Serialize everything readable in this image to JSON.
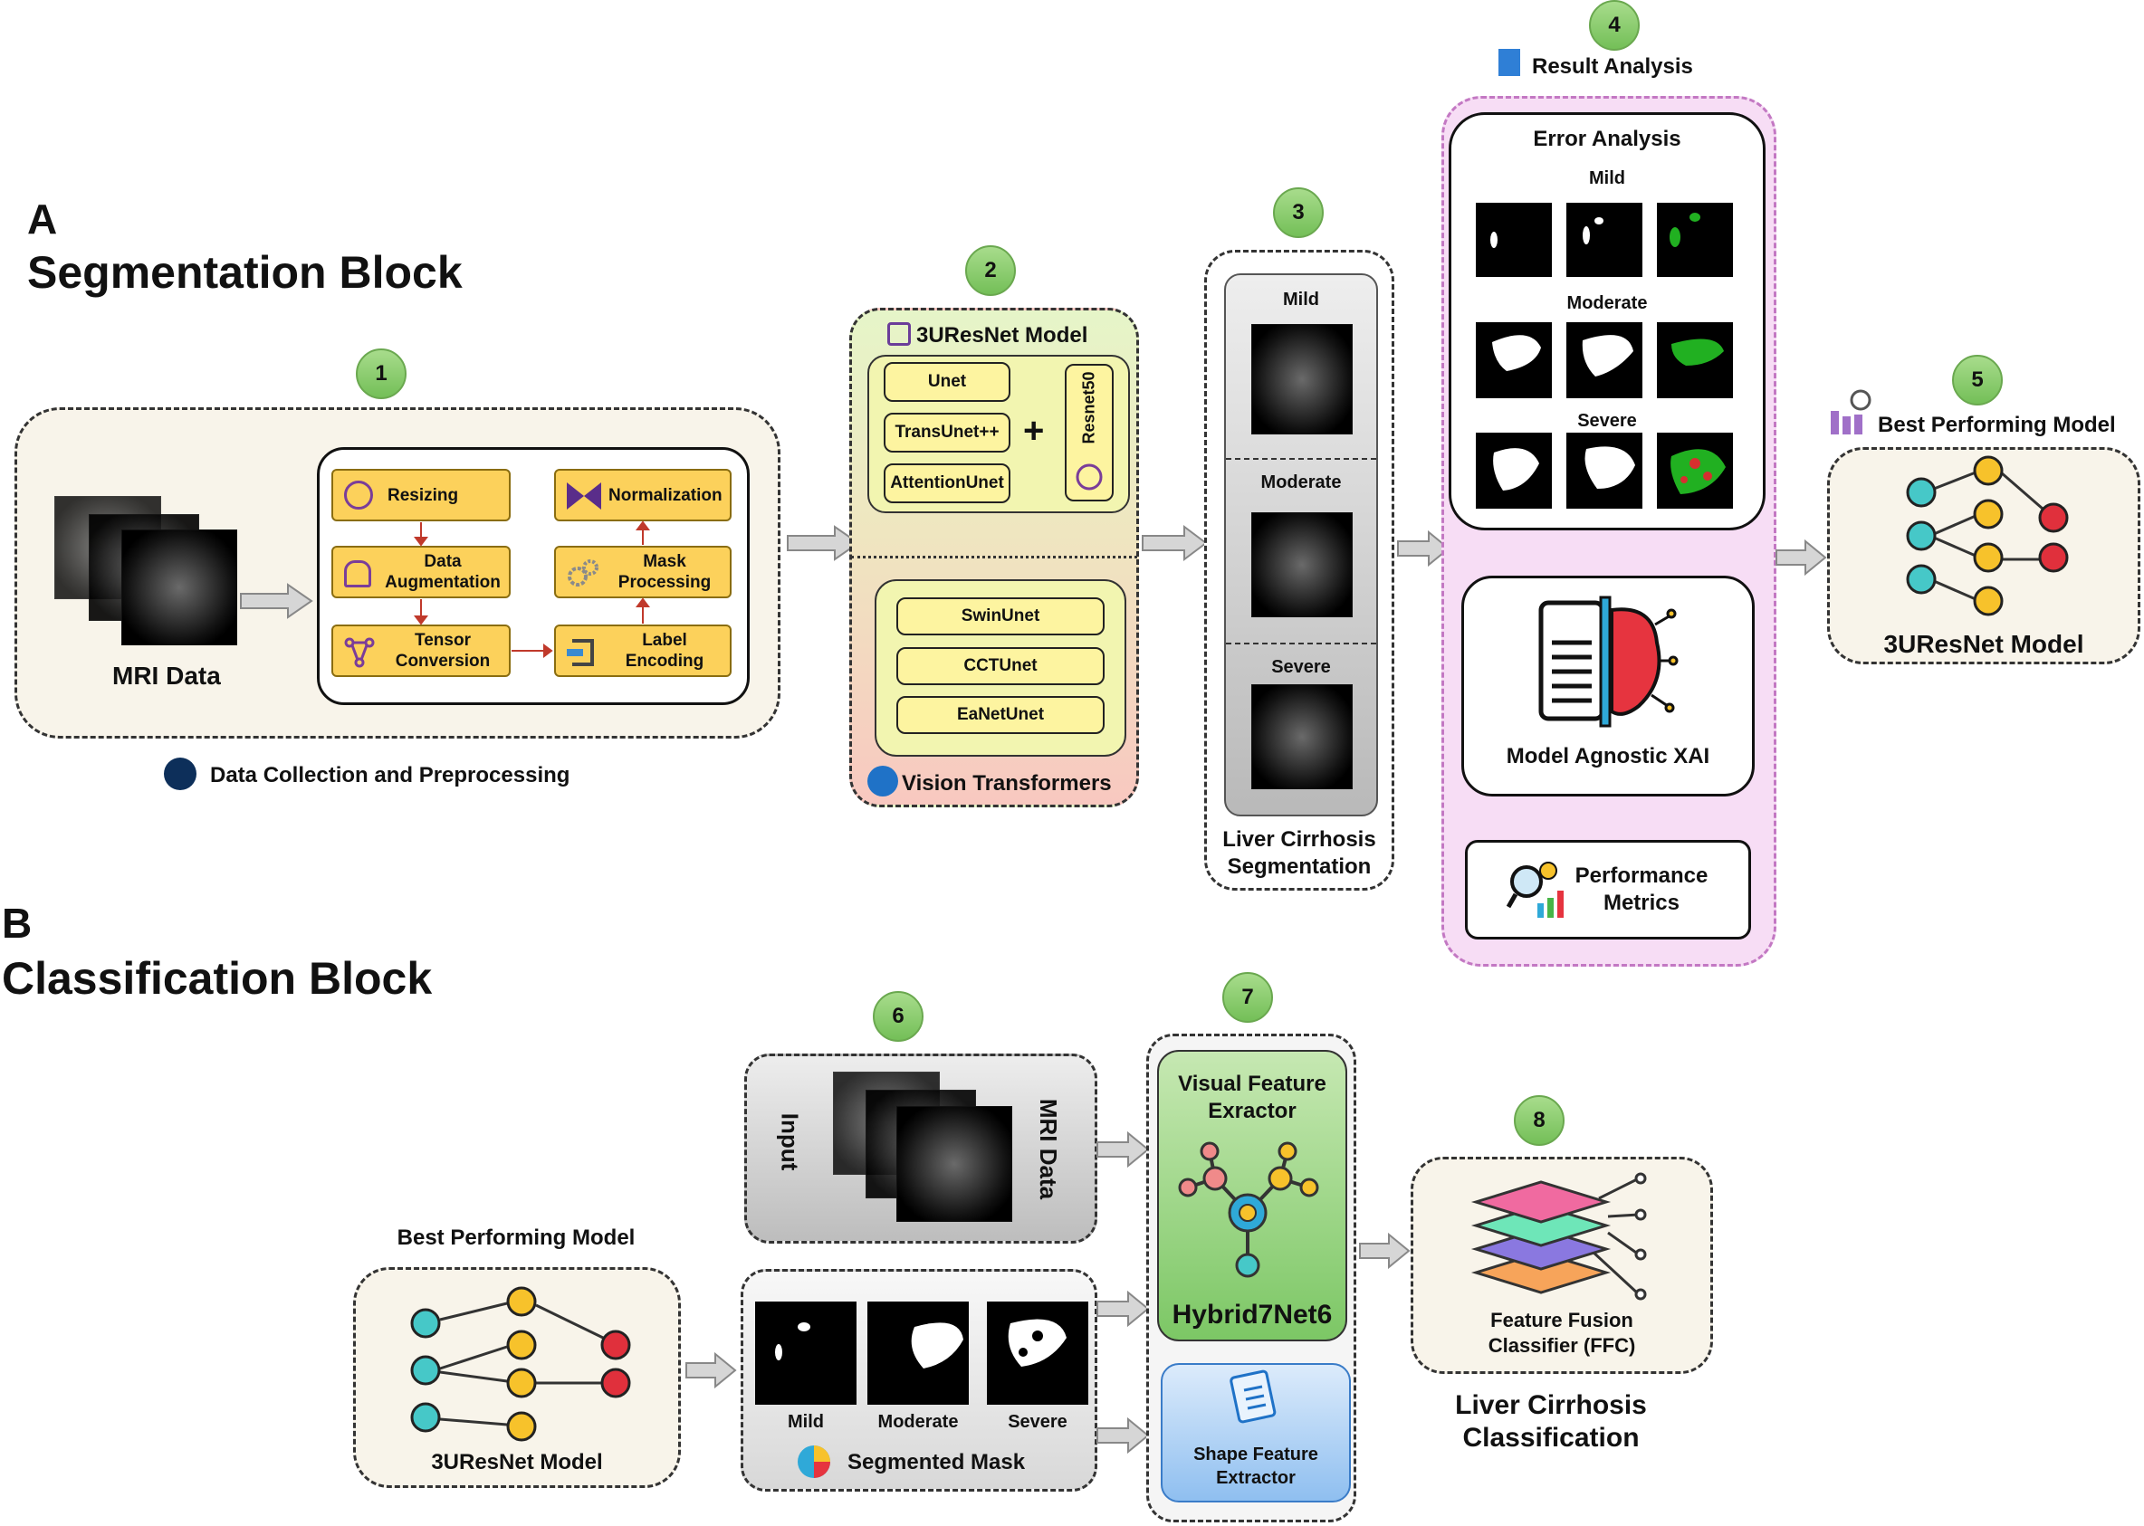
{
  "block_a": {
    "letter": "A",
    "title": "Segmentation Block"
  },
  "block_b": {
    "letter": "B",
    "title": "Classification Block"
  },
  "steps": [
    "1",
    "2",
    "3",
    "4",
    "5",
    "6",
    "7",
    "8"
  ],
  "preprocessing": {
    "mri_label": "MRI Data",
    "caption": "Data Collection and Preprocessing",
    "items": {
      "resizing": "Resizing",
      "data_aug_1": "Data",
      "data_aug_2": "Augmentation",
      "tensor_1": "Tensor",
      "tensor_2": "Conversion",
      "normalization": "Normalization",
      "mask_1": "Mask",
      "mask_2": "Processing",
      "label_1": "Label",
      "label_2": "Encoding"
    }
  },
  "model3u": {
    "title": "3UResNet Model",
    "unet": "Unet",
    "transunet": "TransUnet++",
    "attentionunet": "AttentionUnet",
    "plus": "+",
    "resnet": "Resnet50",
    "vit_title": "Vision Transformers",
    "swinunet": "SwinUnet",
    "cctunet": "CCTUnet",
    "eanetunet": "EaNetUnet"
  },
  "segmentation": {
    "mild": "Mild",
    "moderate": "Moderate",
    "severe": "Severe",
    "caption_1": "Liver Cirrhosis",
    "caption_2": "Segmentation"
  },
  "result": {
    "title": "Result Analysis",
    "error_title": "Error Analysis",
    "mild": "Mild",
    "moderate": "Moderate",
    "severe": "Severe",
    "xai": "Model Agnostic XAI",
    "perf_1": "Performance",
    "perf_2": "Metrics"
  },
  "best": {
    "title": "Best Performing Model",
    "model": "3UResNet Model"
  },
  "classification": {
    "input": "Input",
    "mri_data": "MRI Data",
    "mild": "Mild",
    "moderate": "Moderate",
    "severe": "Severe",
    "seg_mask": "Segmented Mask",
    "best_title": "Best Performing Model",
    "best_model": "3UResNet Model",
    "visual_1": "Visual Feature",
    "visual_2": "Exractor",
    "hybrid": "Hybrid7Net6",
    "shape_1": "Shape Feature",
    "shape_2": "Extractor",
    "ffc_1": "Feature Fusion",
    "ffc_2": "Classifier (FFC)",
    "lc_1": "Liver Cirrhosis",
    "lc_2": "Classification"
  },
  "colors": {
    "node_teal": "#46c8c8",
    "node_yellow": "#f7c22b",
    "node_red": "#e0303c",
    "yellow_box": "#fcd15b",
    "pink_panel": "#f5dcf5",
    "green_panel": "#8fd07a",
    "blue_panel": "#a9cdf2"
  }
}
